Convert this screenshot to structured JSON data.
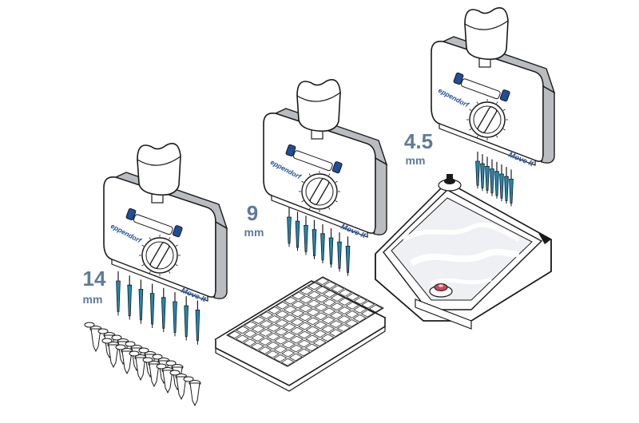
{
  "colors": {
    "outline": "#1a1a1a",
    "body": "#ffffff",
    "grip_band": "#b9bcc1",
    "brand_blue": "#1f4e9a",
    "tip_blue": "#1f88b3",
    "label_gray_blue": "#5f7a9a",
    "accent_red": "#d0455b"
  },
  "pipettes": [
    {
      "spacing_value": "14",
      "spacing_unit": "mm",
      "brand": "eppendorf",
      "model": "Move It"
    },
    {
      "spacing_value": "9",
      "spacing_unit": "mm",
      "brand": "eppendorf",
      "model": "Move It"
    },
    {
      "spacing_value": "4.5",
      "spacing_unit": "mm",
      "brand": "eppendorf",
      "model": "Move It"
    }
  ],
  "objects": {
    "tubes": "pcr-tube-strip",
    "plate": "96-well-plate",
    "gel": "gel-tray"
  }
}
